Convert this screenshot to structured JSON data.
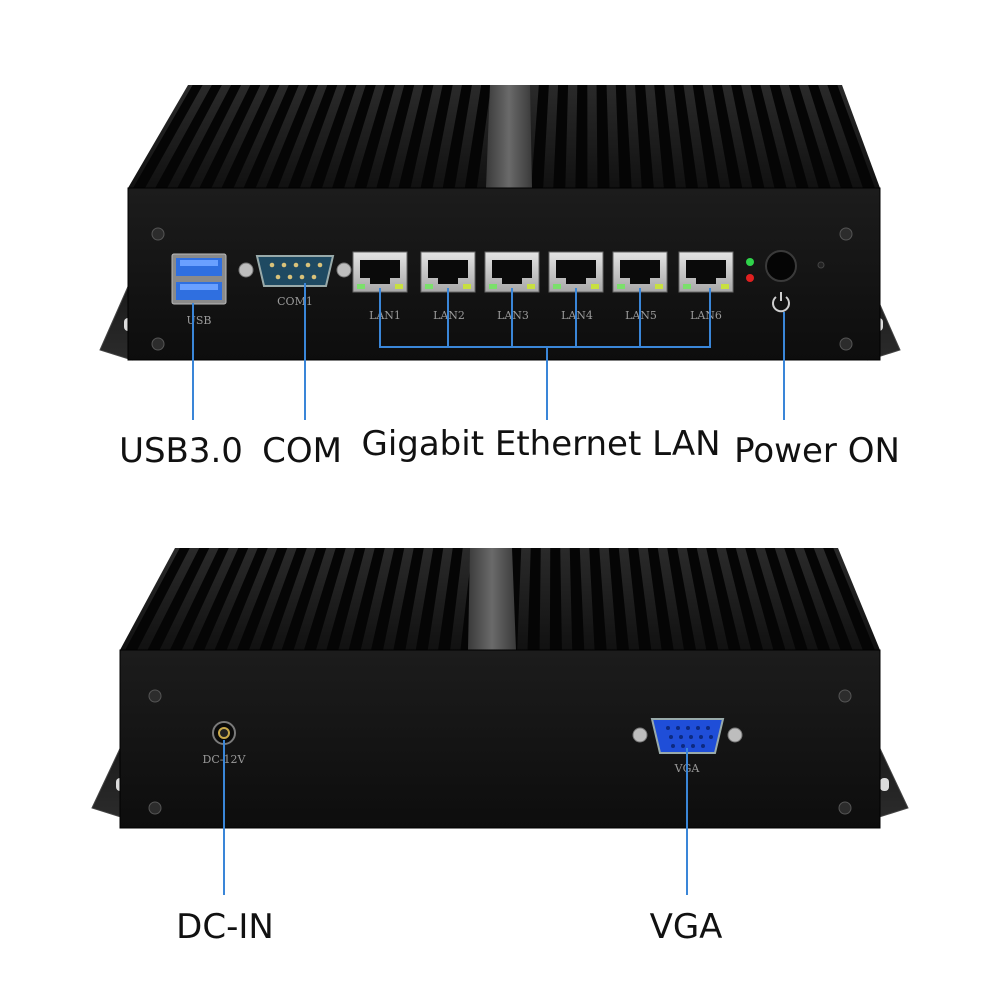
{
  "front_view": {
    "silkscreen": {
      "usb": "USB",
      "com": "COM1",
      "lan_ports": [
        "LAN1",
        "LAN2",
        "LAN3",
        "LAN4",
        "LAN5",
        "LAN6"
      ]
    },
    "callouts": {
      "usb": "USB3.0",
      "com": "COM",
      "lan": "Gigabit Ethernet LAN",
      "power": "Power ON"
    }
  },
  "rear_view": {
    "silkscreen": {
      "dc": "DC-12V",
      "vga": "VGA"
    },
    "callouts": {
      "dc": "DC-IN",
      "vga": "VGA"
    }
  },
  "colors": {
    "callout_line": "#3a86d8",
    "chassis": "#161616",
    "usb_blue": "#2f6fe0",
    "vga_blue": "#1f4ed8",
    "led_green": "#2fd24a",
    "led_red": "#e02020"
  }
}
